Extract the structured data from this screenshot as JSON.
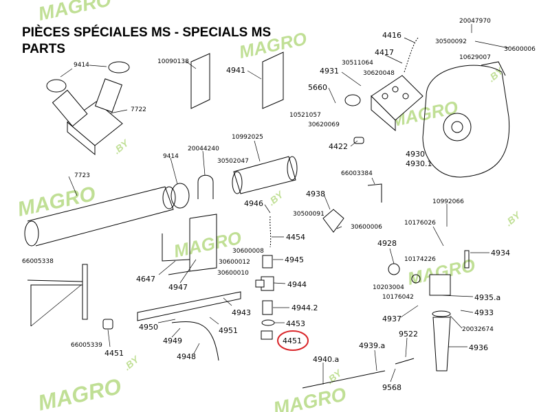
{
  "title_line1": "PIÈCES SPÉCIALES MS - SPECIALS MS",
  "title_line2": "PARTS",
  "watermark": "MAGRO",
  "watermark_suffix": ".BY",
  "accent_color": "#8dc63f",
  "highlight_color": "#d9262a",
  "highlighted_part": "4451",
  "labels": {
    "p20047970": "20047970",
    "p4416": "4416",
    "p30500092": "30500092",
    "p10629007": "10629007",
    "p30600006a": "30600006",
    "p4417": "4417",
    "p30511064": "30511064",
    "p30620048": "30620048",
    "p4931": "4931",
    "p5660": "5660",
    "p10521057": "10521057",
    "p30620069": "30620069",
    "p4422": "4422",
    "p4930": "4930",
    "p4930_1": "4930.1",
    "p9414a": "9414",
    "p7722": "7722",
    "p10090138": "10090138",
    "p4941": "4941",
    "p9414b": "9414",
    "p20044240": "20044240",
    "p30502047": "30502047",
    "p10992025": "10992025",
    "p7723": "7723",
    "p66003384": "66003384",
    "p4938": "4938",
    "p30500091": "30500091",
    "p30600006b": "30600006",
    "p4946": "4946",
    "p4454": "4454",
    "p30600008": "30600008",
    "p30600012": "30600012",
    "p30600010": "30600010",
    "p4945": "4945",
    "p4944": "4944",
    "p4944_2": "4944.2",
    "p4453": "4453",
    "p4451b": "4451",
    "p66005338": "66005338",
    "p4647": "4647",
    "p4947": "4947",
    "p4943": "4943",
    "p4950": "4950",
    "p4951": "4951",
    "p4949": "4949",
    "p4948": "4948",
    "p66005339": "66005339",
    "p4451a": "4451",
    "p10992066": "10992066",
    "p10176026": "10176026",
    "p4928": "4928",
    "p10174226": "10174226",
    "p4934": "4934",
    "p10203004": "10203004",
    "p10176042": "10176042",
    "p4935a": "4935.a",
    "p4937": "4937",
    "p4933": "4933",
    "p20032674": "20032674",
    "p4936": "4936",
    "p4940a": "4940.a",
    "p4939a": "4939.a",
    "p9522": "9522",
    "p9568": "9568"
  }
}
